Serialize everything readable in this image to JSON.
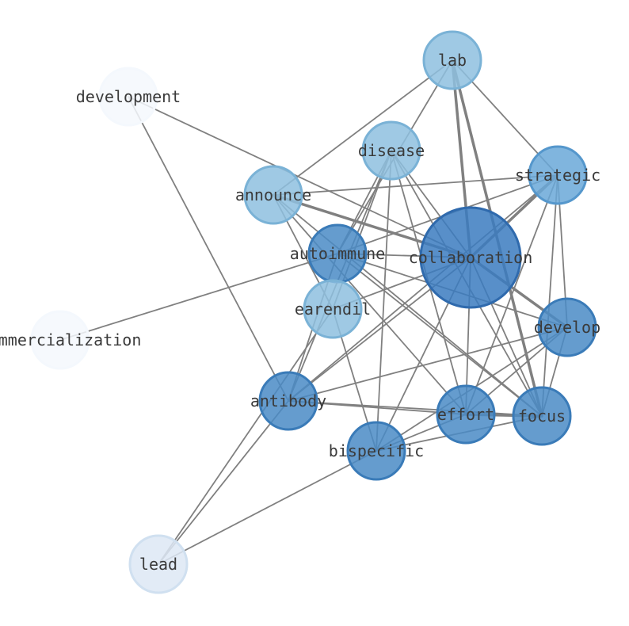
{
  "nodes": [
    {
      "id": "collaboration",
      "label": "collaboration",
      "fill": "#3b7bbf",
      "stroke": "#2f6aad",
      "opacity": 0.85
    },
    {
      "id": "lab",
      "label": "lab",
      "fill": "#8ebfdf",
      "stroke": "#7ab2d6",
      "opacity": 0.85
    },
    {
      "id": "development",
      "label": "development",
      "fill": "#f4f8fd",
      "stroke": "#f4f8fd",
      "opacity": 0.85
    },
    {
      "id": "disease",
      "label": "disease",
      "fill": "#8ebfdf",
      "stroke": "#7ab2d6",
      "opacity": 0.85
    },
    {
      "id": "strategic",
      "label": "strategic",
      "fill": "#6aa8d8",
      "stroke": "#5597cc",
      "opacity": 0.85
    },
    {
      "id": "announce",
      "label": "announce",
      "fill": "#8ebfdf",
      "stroke": "#7ab2d6",
      "opacity": 0.85
    },
    {
      "id": "autoimmune",
      "label": "autoimmune",
      "fill": "#4a8bc6",
      "stroke": "#3a7bb8",
      "opacity": 0.85
    },
    {
      "id": "earendil",
      "label": "earendil",
      "fill": "#8ebfdf",
      "stroke": "#7ab2d6",
      "opacity": 0.85
    },
    {
      "id": "commercialization",
      "label": "commercialization",
      "fill": "#f4f8fd",
      "stroke": "#f4f8fd",
      "opacity": 0.85
    },
    {
      "id": "develop",
      "label": "develop",
      "fill": "#4a8bc6",
      "stroke": "#3a7bb8",
      "opacity": 0.85
    },
    {
      "id": "antibody",
      "label": "antibody",
      "fill": "#4a8bc6",
      "stroke": "#3a7bb8",
      "opacity": 0.85
    },
    {
      "id": "effort",
      "label": "effort",
      "fill": "#4a8bc6",
      "stroke": "#3a7bb8",
      "opacity": 0.85
    },
    {
      "id": "focus",
      "label": "focus",
      "fill": "#4a8bc6",
      "stroke": "#3a7bb8",
      "opacity": 0.85
    },
    {
      "id": "bispecific",
      "label": "bispecific",
      "fill": "#4a8bc6",
      "stroke": "#3a7bb8",
      "opacity": 0.85
    },
    {
      "id": "lead",
      "label": "lead",
      "fill": "#dde8f5",
      "stroke": "#d0e0f0",
      "opacity": 0.85
    }
  ],
  "edges": [
    {
      "from": "lab",
      "to": "collaboration",
      "weight": 3
    },
    {
      "from": "lab",
      "to": "focus",
      "weight": 3
    },
    {
      "from": "lab",
      "to": "announce",
      "weight": 1
    },
    {
      "from": "lab",
      "to": "strategic",
      "weight": 1
    },
    {
      "from": "lab",
      "to": "autoimmune",
      "weight": 1
    },
    {
      "from": "development",
      "to": "collaboration",
      "weight": 1
    },
    {
      "from": "development",
      "to": "antibody",
      "weight": 1
    },
    {
      "from": "announce",
      "to": "collaboration",
      "weight": 3
    },
    {
      "from": "announce",
      "to": "strategic",
      "weight": 1
    },
    {
      "from": "announce",
      "to": "earendil",
      "weight": 1
    },
    {
      "from": "announce",
      "to": "focus",
      "weight": 1
    },
    {
      "from": "announce",
      "to": "effort",
      "weight": 1
    },
    {
      "from": "collaboration",
      "to": "strategic",
      "weight": 3
    },
    {
      "from": "collaboration",
      "to": "develop",
      "weight": 3
    },
    {
      "from": "collaboration",
      "to": "autoimmune",
      "weight": 1
    },
    {
      "from": "collaboration",
      "to": "earendil",
      "weight": 1
    },
    {
      "from": "collaboration",
      "to": "effort",
      "weight": 1
    },
    {
      "from": "collaboration",
      "to": "focus",
      "weight": 1
    },
    {
      "from": "collaboration",
      "to": "antibody",
      "weight": 1
    },
    {
      "from": "collaboration",
      "to": "bispecific",
      "weight": 1
    },
    {
      "from": "collaboration",
      "to": "disease",
      "weight": 1
    },
    {
      "from": "disease",
      "to": "autoimmune",
      "weight": 1
    },
    {
      "from": "disease",
      "to": "earendil",
      "weight": 1
    },
    {
      "from": "disease",
      "to": "antibody",
      "weight": 1
    },
    {
      "from": "disease",
      "to": "focus",
      "weight": 1
    },
    {
      "from": "disease",
      "to": "effort",
      "weight": 1
    },
    {
      "from": "disease",
      "to": "bispecific",
      "weight": 1
    },
    {
      "from": "strategic",
      "to": "autoimmune",
      "weight": 1
    },
    {
      "from": "strategic",
      "to": "develop",
      "weight": 1
    },
    {
      "from": "strategic",
      "to": "effort",
      "weight": 1
    },
    {
      "from": "strategic",
      "to": "focus",
      "weight": 1
    },
    {
      "from": "strategic",
      "to": "antibody",
      "weight": 1
    },
    {
      "from": "autoimmune",
      "to": "commercialization",
      "weight": 1
    },
    {
      "from": "autoimmune",
      "to": "antibody",
      "weight": 1
    },
    {
      "from": "autoimmune",
      "to": "focus",
      "weight": 1
    },
    {
      "from": "autoimmune",
      "to": "develop",
      "weight": 1
    },
    {
      "from": "earendil",
      "to": "bispecific",
      "weight": 1
    },
    {
      "from": "earendil",
      "to": "lead",
      "weight": 1
    },
    {
      "from": "develop",
      "to": "antibody",
      "weight": 1
    },
    {
      "from": "develop",
      "to": "effort",
      "weight": 1
    },
    {
      "from": "develop",
      "to": "focus",
      "weight": 1
    },
    {
      "from": "develop",
      "to": "bispecific",
      "weight": 1
    },
    {
      "from": "antibody",
      "to": "effort",
      "weight": 1
    },
    {
      "from": "antibody",
      "to": "focus",
      "weight": 1
    },
    {
      "from": "antibody",
      "to": "lead",
      "weight": 1
    },
    {
      "from": "effort",
      "to": "focus",
      "weight": 3
    },
    {
      "from": "effort",
      "to": "bispecific",
      "weight": 1
    },
    {
      "from": "focus",
      "to": "bispecific",
      "weight": 1
    },
    {
      "from": "bispecific",
      "to": "lead",
      "weight": 1
    }
  ]
}
